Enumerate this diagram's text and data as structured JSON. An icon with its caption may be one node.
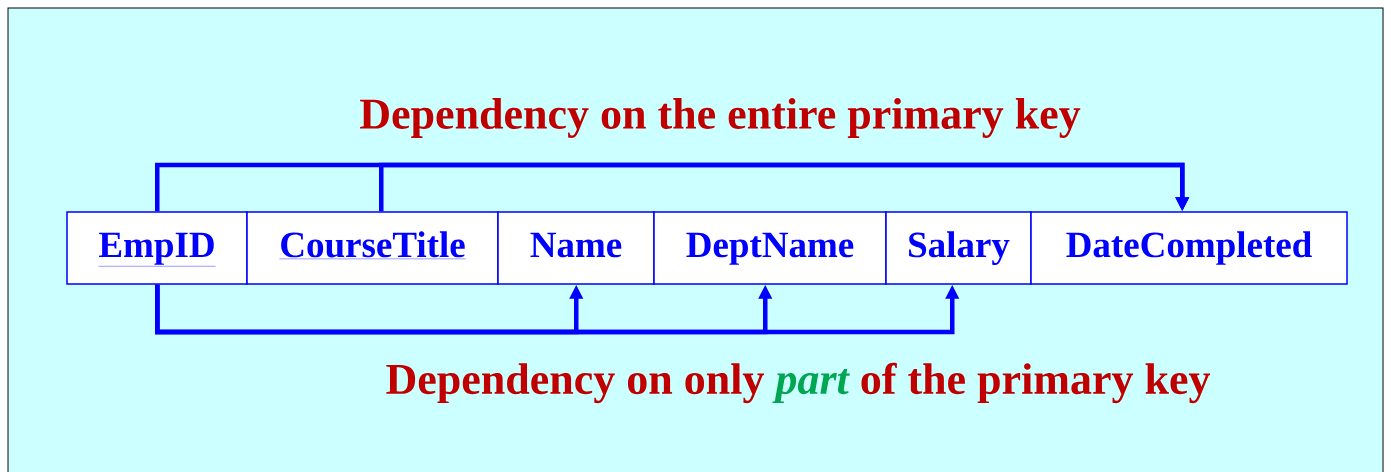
{
  "diagram": {
    "nodes": [
      {
        "text": [
          "EmpID"
        ]
      },
      {
        "text": [
          "CourseTitle"
        ]
      },
      {
        "text": [
          "Name"
        ]
      },
      {
        "text": [
          "DeptName"
        ]
      },
      {
        "text": [
          "Salary"
        ]
      },
      {
        "text": [
          "DateCompleted"
        ]
      }
    ],
    "edges": [
      {
        "from": 0,
        "to": 5,
        "arrow": "to"
      },
      {
        "from": 1,
        "to": 5,
        "arrow": "to"
      },
      {
        "from": 0,
        "to": 2,
        "arrow": "to"
      },
      {
        "from": 0,
        "to": 3,
        "arrow": "to"
      },
      {
        "from": 0,
        "to": 4,
        "arrow": "to"
      }
    ],
    "labels": [
      "Dependency on the entire primary key",
      "Dependency on only *part* of the primary key"
    ]
  }
}
